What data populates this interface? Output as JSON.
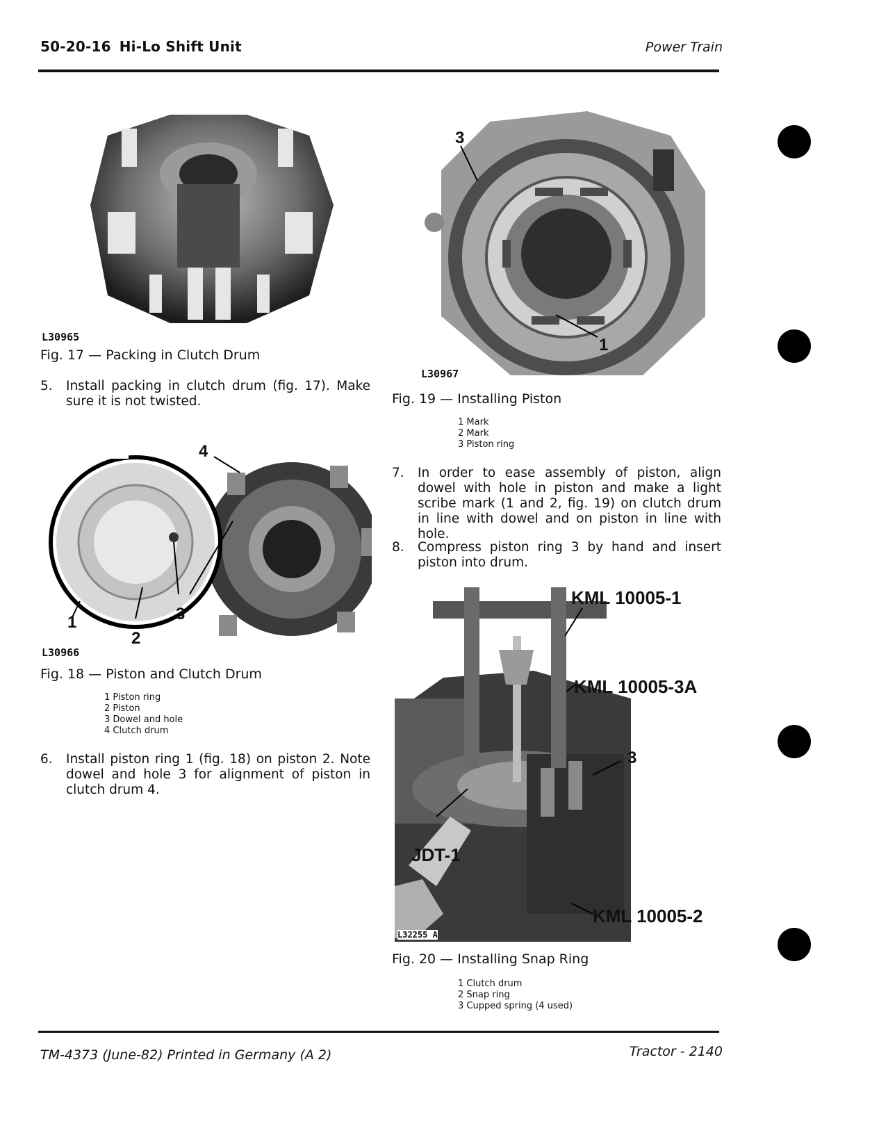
{
  "header": {
    "page_number": "50-20-16",
    "section": "Hi-Lo Shift Unit",
    "chapter": "Power Train"
  },
  "footer": {
    "manual": "TM-4373 (June-82) Printed in Germany (A 2)",
    "model": "Tractor - 2140"
  },
  "fig17": {
    "code": "L30965",
    "caption": "Fig. 17 — Packing in Clutch Drum"
  },
  "step5": {
    "number": "5.",
    "text": "Install packing in clutch drum (fig. 17). Make sure it is not twisted."
  },
  "fig18": {
    "code": "L30966",
    "caption": "Fig. 18 — Piston and Clutch Drum",
    "callouts": [
      "1",
      "2",
      "3",
      "4"
    ],
    "legend": [
      "1  Piston ring",
      "2  Piston",
      "3  Dowel and hole",
      "4  Clutch drum"
    ]
  },
  "step6": {
    "number": "6.",
    "text": "Install piston ring 1 (fig. 18) on piston 2. Note dowel and hole 3 for alignment of piston in clutch drum 4."
  },
  "fig19": {
    "code": "L30967",
    "caption": "Fig. 19 — Installing Piston",
    "callouts": [
      "3",
      "1"
    ],
    "legend": [
      "1  Mark",
      "2  Mark",
      "3  Piston ring"
    ]
  },
  "step7": {
    "number": "7.",
    "text": "In order to ease assembly of piston, align dowel with hole in piston and make a light scribe mark (1 and 2, fig. 19) on clutch drum in line with dowel and on piston in line with hole."
  },
  "step8": {
    "number": "8.",
    "text": "Compress piston ring 3 by hand and insert piston into drum."
  },
  "fig20": {
    "code": "L32255 A",
    "caption": "Fig. 20 — Installing Snap Ring",
    "tools": [
      "KML 10005-1",
      "KML 10005-3A",
      "JDT-1",
      "KML 10005-2"
    ],
    "callouts": [
      "3"
    ],
    "legend": [
      "1  Clutch drum",
      "2  Snap ring",
      "3  Cupped spring (4 used)"
    ]
  }
}
